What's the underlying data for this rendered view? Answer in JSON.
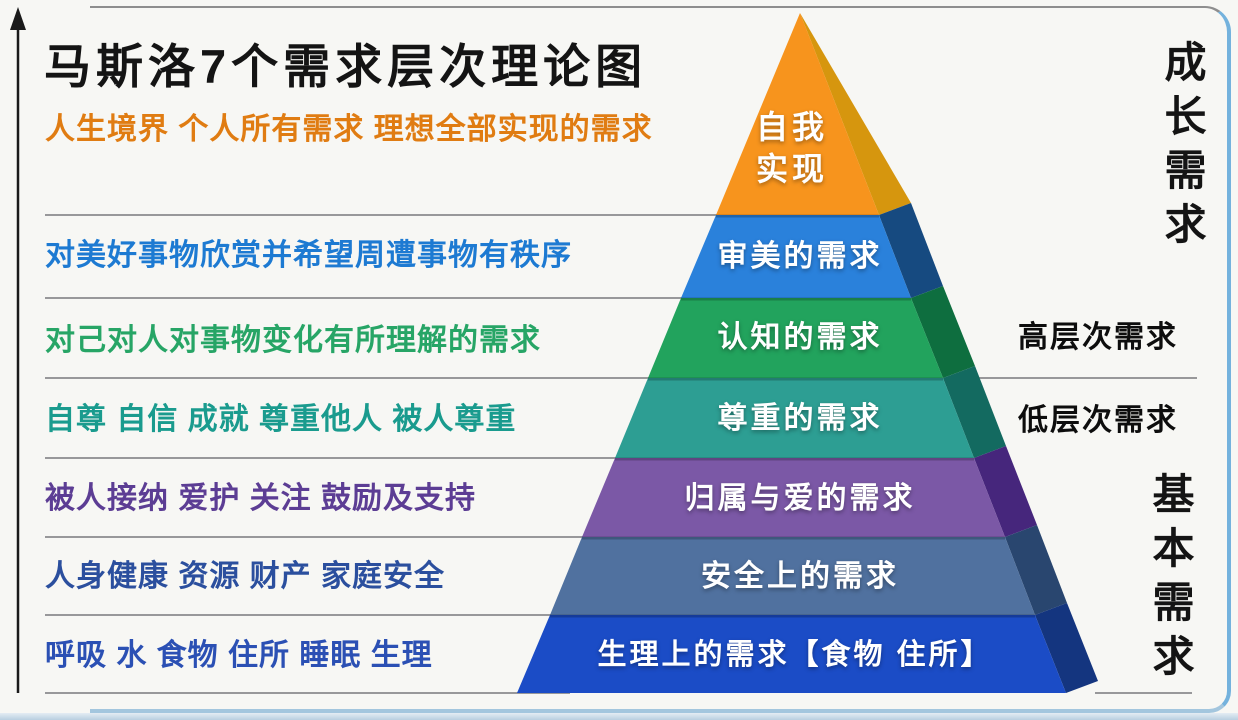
{
  "title": "马斯洛7个需求层次理论图",
  "levels": [
    {
      "name": "自我实现",
      "desc": "人生境界 个人所有需求 理想全部实现的需求",
      "color_front": "#f7941d",
      "color_side": "#d6960e",
      "color_text": "#e07c12"
    },
    {
      "name": "审美的需求",
      "desc": "对美好事物欣赏并希望周遭事物有秩序",
      "color_front": "#2a81db",
      "color_side": "#164a80",
      "color_text": "#1d7ad2"
    },
    {
      "name": "认知的需求",
      "desc": "对己对人对事物变化有所理解的需求",
      "color_front": "#22a35d",
      "color_side": "#0e6e3f",
      "color_text": "#27a566"
    },
    {
      "name": "尊重的需求",
      "desc": "自尊 自信 成就 尊重他人 被人尊重",
      "color_front": "#2d9e93",
      "color_side": "#136a60",
      "color_text": "#1a9b8e"
    },
    {
      "name": "归属与爱的需求",
      "desc": "被人接纳 爱护 关注 鼓励及支持",
      "color_front": "#7b58a6",
      "color_side": "#46267c",
      "color_text": "#5c3d94"
    },
    {
      "name": "安全上的需求",
      "desc": "人身健康 资源 财产 家庭安全",
      "color_front": "#50719f",
      "color_side": "#29466f",
      "color_text": "#2b4f9e"
    },
    {
      "name": "生理上的需求【食物 住所】",
      "desc": "呼吸 水 食物 住所 睡眠 生理",
      "color_front": "#1b4cc6",
      "color_side": "#14357f",
      "color_text": "#2b50b4"
    }
  ],
  "annotations": {
    "growth": "成长需求",
    "basic": "基本需求",
    "high_level": "高层次需求",
    "low_level": "低层次需求"
  },
  "colors": {
    "background": "#f7f7f4",
    "divider": "#98989a",
    "frame_right": "#74b2dd",
    "axis": "#1a1a1a",
    "title_text": "#141414"
  }
}
